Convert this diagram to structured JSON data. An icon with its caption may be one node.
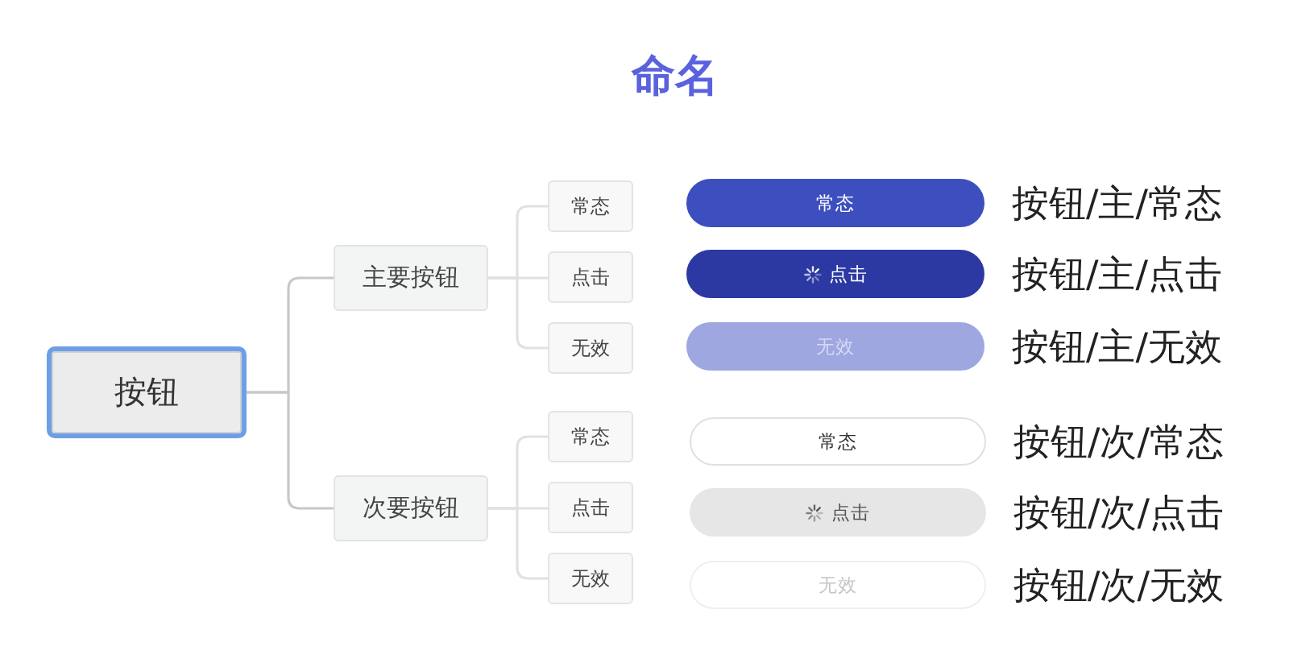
{
  "diagram": {
    "title": "命名",
    "nodes": [
      {
        "text": [
          "按钮"
        ]
      },
      {
        "text": [
          "主要按钮"
        ]
      },
      {
        "text": [
          "常态"
        ]
      },
      {
        "text": [
          "点击"
        ]
      },
      {
        "text": [
          "无效"
        ]
      },
      {
        "text": [
          "次要按钮"
        ]
      },
      {
        "text": [
          "常态"
        ]
      },
      {
        "text": [
          "点击"
        ]
      },
      {
        "text": [
          "无效"
        ]
      },
      {
        "text": [
          "常态"
        ],
        "beside": [
          "按钮/主/常态"
        ]
      },
      {
        "text": [
          "点击"
        ],
        "beside": [
          "按钮/主/点击"
        ]
      },
      {
        "text": [
          "无效"
        ],
        "beside": [
          "按钮/主/无效"
        ]
      },
      {
        "text": [
          "常态"
        ],
        "beside": [
          "按钮/次/常态"
        ]
      },
      {
        "text": [
          "点击"
        ],
        "beside": [
          "按钮/次/点击"
        ]
      },
      {
        "text": [
          "无效"
        ],
        "beside": [
          "按钮/次/无效"
        ]
      }
    ],
    "edges": [
      {
        "from": 0,
        "to": 1,
        "arrow": "none",
        "color": "#c8c8c8"
      },
      {
        "from": 0,
        "to": 5,
        "arrow": "none",
        "color": "#c8c8c8"
      },
      {
        "from": 1,
        "to": 2,
        "arrow": "none"
      },
      {
        "from": 1,
        "to": 3,
        "arrow": "none"
      },
      {
        "from": 1,
        "to": 4,
        "arrow": "none"
      },
      {
        "from": 5,
        "to": 6,
        "arrow": "none"
      },
      {
        "from": 5,
        "to": 7,
        "arrow": "none"
      },
      {
        "from": 5,
        "to": 8,
        "arrow": "none"
      }
    ]
  }
}
